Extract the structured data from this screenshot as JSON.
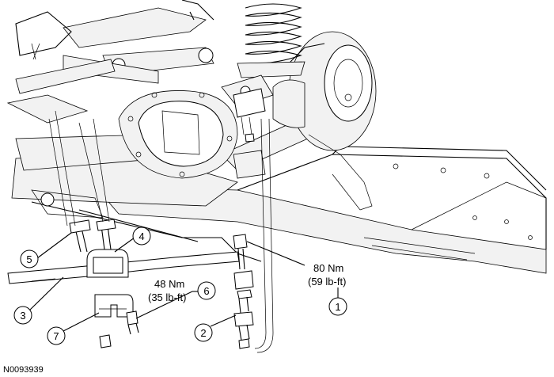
{
  "diagram": {
    "reference_number": "N0093939",
    "callouts": [
      {
        "id": "1",
        "label": "1"
      },
      {
        "id": "2",
        "label": "2"
      },
      {
        "id": "3",
        "label": "3"
      },
      {
        "id": "4",
        "label": "4"
      },
      {
        "id": "5",
        "label": "5"
      },
      {
        "id": "6",
        "label": "6"
      },
      {
        "id": "7",
        "label": "7"
      }
    ],
    "torque_specs": [
      {
        "for": "1",
        "metric": "80 Nm",
        "imperial": "(59 lb-ft)"
      },
      {
        "for": "6",
        "metric": "48 Nm",
        "imperial": "(35 lb-ft)"
      }
    ]
  }
}
